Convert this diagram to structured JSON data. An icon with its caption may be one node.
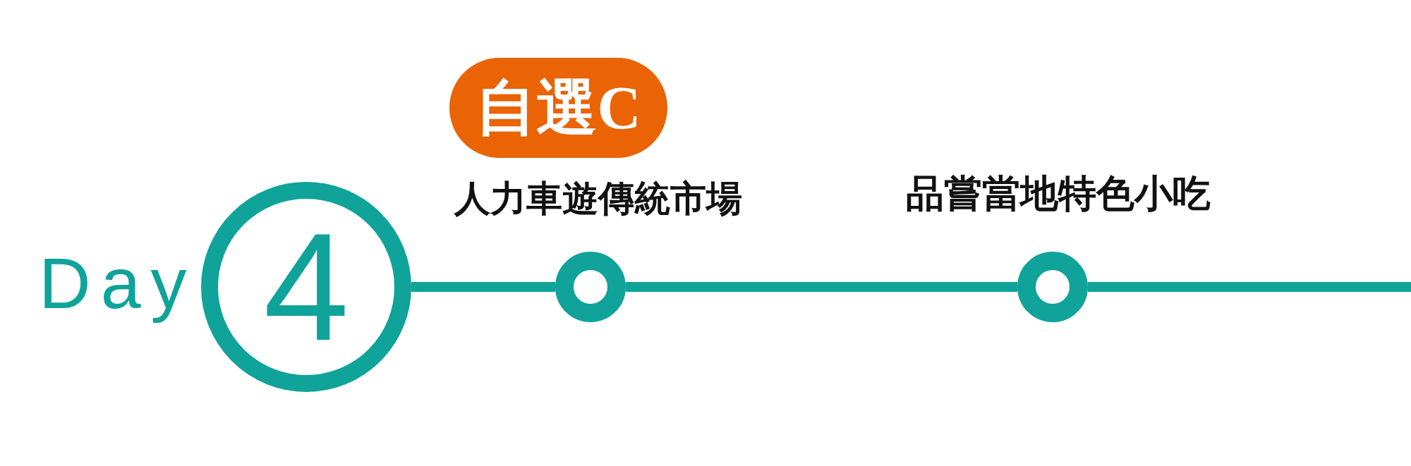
{
  "diagram": {
    "nodes": [
      {
        "text": [
          "4"
        ],
        "beside": [
          "Day"
        ]
      },
      {
        "text": [
          "自選C"
        ]
      },
      {
        "text": [],
        "shape": "circle",
        "beside": [
          "人力車遊傳統市場"
        ]
      },
      {
        "text": [],
        "shape": "circle",
        "beside": [
          "品嘗當地特色小吃"
        ]
      }
    ],
    "edges": [
      {
        "from": 0,
        "to": 2,
        "arrow": "none"
      },
      {
        "from": 2,
        "to": 3,
        "arrow": "none"
      },
      {
        "from": 3,
        "to": null,
        "arrow": "none"
      }
    ]
  }
}
